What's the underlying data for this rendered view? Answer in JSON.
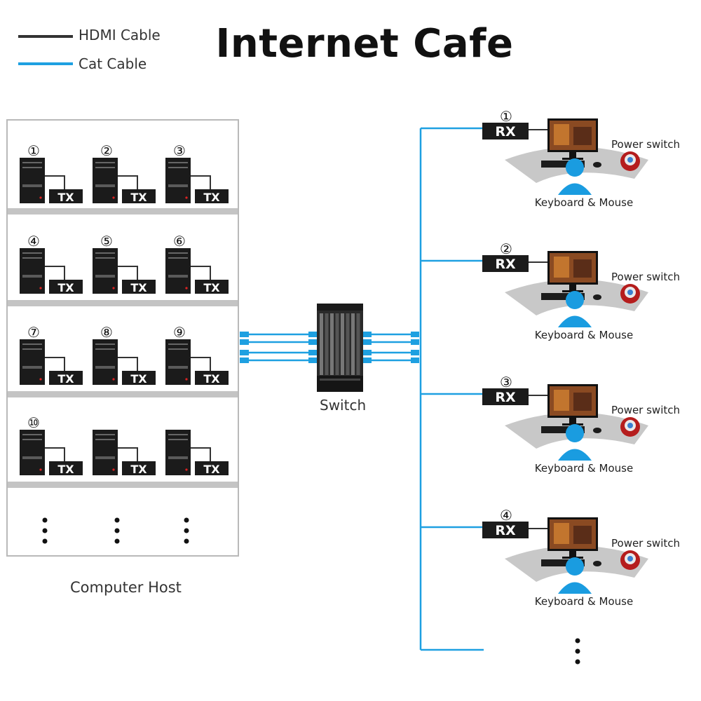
{
  "title": "Internet Cafe",
  "legend": [
    {
      "label": "HDMI Cable",
      "color": "#333333"
    },
    {
      "label": "Cat Cable",
      "color": "#1ea0e1"
    }
  ],
  "host_section": {
    "label": "Computer Host",
    "numbers": [
      "①",
      "②",
      "③",
      "④",
      "⑤",
      "⑥",
      "⑦",
      "⑧",
      "⑨",
      "⑩"
    ],
    "tx_label": "TX"
  },
  "switch": {
    "label": "Switch"
  },
  "stations": [
    {
      "number": "①",
      "rx_label": "RX",
      "power_label": "Power switch",
      "peripherals_label": "Keyboard & Mouse"
    },
    {
      "number": "②",
      "rx_label": "RX",
      "power_label": "Power switch",
      "peripherals_label": "Keyboard & Mouse"
    },
    {
      "number": "③",
      "rx_label": "RX",
      "power_label": "Power switch",
      "peripherals_label": "Keyboard & Mouse"
    },
    {
      "number": "④",
      "rx_label": "RX",
      "power_label": "Power switch",
      "peripherals_label": "Keyboard & Mouse"
    }
  ],
  "colors": {
    "cat": "#1ea0e1",
    "hdmi": "#333333",
    "device": "#1b1b1b",
    "desk": "#c8c8c8",
    "user": "#1a9ce0"
  }
}
